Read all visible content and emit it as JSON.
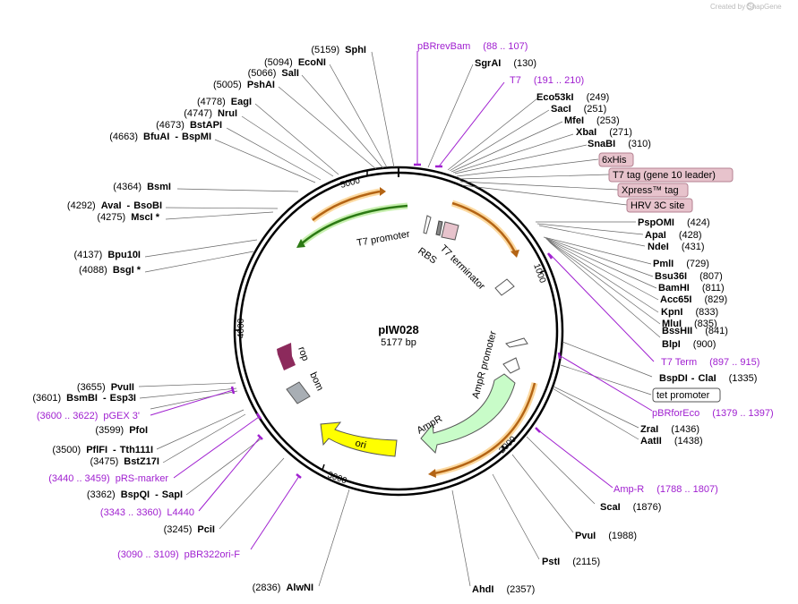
{
  "watermark": "Created by SnapGene",
  "plasmid": {
    "name": "pIW028",
    "size": "5177 bp"
  },
  "ticks": [
    "1000",
    "2000",
    "3000",
    "4000",
    "5000"
  ],
  "sites_right": [
    {
      "name": "SgrAI",
      "pos": "(130)"
    },
    {
      "name": "Eco53kI",
      "pos": "(249)"
    },
    {
      "name": "SacI",
      "pos": "(251)"
    },
    {
      "name": "MfeI",
      "pos": "(253)"
    },
    {
      "name": "XbaI",
      "pos": "(271)"
    },
    {
      "name": "SnaBI",
      "pos": "(310)"
    },
    {
      "name": "PspOMI",
      "pos": "(424)"
    },
    {
      "name": "ApaI",
      "pos": "(428)"
    },
    {
      "name": "NdeI",
      "pos": "(431)"
    },
    {
      "name": "PmlI",
      "pos": "(729)"
    },
    {
      "name": "Bsu36I",
      "pos": "(807)"
    },
    {
      "name": "BamHI",
      "pos": "(811)"
    },
    {
      "name": "Acc65I",
      "pos": "(829)"
    },
    {
      "name": "KpnI",
      "pos": "(833)"
    },
    {
      "name": "MluI",
      "pos": "(835)"
    },
    {
      "name": "BssHII",
      "pos": "(841)"
    },
    {
      "name": "BlpI",
      "pos": "(900)"
    },
    {
      "name": "BspDI",
      "name2": "ClaI",
      "pos": "(1335)"
    },
    {
      "name": "ZraI",
      "pos": "(1436)"
    },
    {
      "name": "AatII",
      "pos": "(1438)"
    },
    {
      "name": "ScaI",
      "pos": "(1876)"
    },
    {
      "name": "PvuI",
      "pos": "(1988)"
    },
    {
      "name": "PstI",
      "pos": "(2115)"
    },
    {
      "name": "AhdI",
      "pos": "(2357)"
    }
  ],
  "sites_left": [
    {
      "name": "SphI",
      "pos": "(5159)"
    },
    {
      "name": "EcoNI",
      "pos": "(5094)"
    },
    {
      "name": "SalI",
      "pos": "(5066)"
    },
    {
      "name": "PshAI",
      "pos": "(5005)"
    },
    {
      "name": "EagI",
      "pos": "(4778)"
    },
    {
      "name": "NruI",
      "pos": "(4747)"
    },
    {
      "name": "BstAPI",
      "pos": "(4673)"
    },
    {
      "name": "BfuAI",
      "name2": "BspMI",
      "pos": "(4663)"
    },
    {
      "name": "BsmI",
      "pos": "(4364)"
    },
    {
      "name": "AvaI",
      "name2": "BsoBI",
      "pos": "(4292)"
    },
    {
      "name": "MscI *",
      "pos": "(4275)"
    },
    {
      "name": "Bpu10I",
      "pos": "(4137)"
    },
    {
      "name": "BsgI *",
      "pos": "(4088)"
    },
    {
      "name": "PvuII",
      "pos": "(3655)"
    },
    {
      "name": "BsmBI",
      "name2": "Esp3I",
      "pos": "(3601)"
    },
    {
      "name": "PfoI",
      "pos": "(3599)"
    },
    {
      "name": "PflFI",
      "name2": "Tth111I",
      "pos": "(3500)"
    },
    {
      "name": "BstZ17I",
      "pos": "(3475)"
    },
    {
      "name": "BspQI",
      "name2": "SapI",
      "pos": "(3362)"
    },
    {
      "name": "PciI",
      "pos": "(3245)"
    },
    {
      "name": "AlwNI",
      "pos": "(2836)"
    }
  ],
  "primers": [
    {
      "name": "pBRrevBam",
      "range": "(88 .. 107)"
    },
    {
      "name": "T7",
      "range": "(191 .. 210)"
    },
    {
      "name": "T7 Term",
      "range": "(897 .. 915)"
    },
    {
      "name": "pBRforEco",
      "range": "(1379 .. 1397)"
    },
    {
      "name": "Amp-R",
      "range": "(1788 .. 1807)"
    },
    {
      "name": "pGEX 3'",
      "range": "(3600 .. 3622)"
    },
    {
      "name": "pRS-marker",
      "range": "(3440 .. 3459)"
    },
    {
      "name": "L4440",
      "range": "(3343 .. 3360)"
    },
    {
      "name": "pBR322ori-F",
      "range": "(3090 .. 3109)"
    }
  ],
  "feature_boxes": [
    "6xHis",
    "T7 tag (gene 10 leader)",
    "Xpress™ tag",
    "HRV 3C site",
    "tet promoter"
  ],
  "feature_labels": {
    "t7_promoter": "T7 promoter",
    "rbs": "RBS",
    "t7_terminator": "T7 terminator",
    "ampr_promoter": "AmpR promoter",
    "ampr": "AmpR",
    "ori": "ori",
    "rop": "rop",
    "bom": "bom"
  },
  "colors": {
    "primer": "#a020d0",
    "box_fill": "#e7c3cc",
    "box_border": "#b48292",
    "ampr": "#c8fcc8",
    "ori": "#ffff00",
    "rop": "#8c2a5c",
    "bom": "#a8aeb4",
    "orf_orange": "#f5a623",
    "orf_green": "#4ccc1c"
  }
}
